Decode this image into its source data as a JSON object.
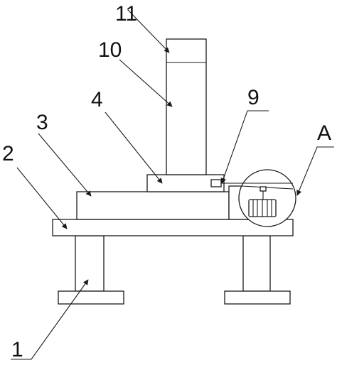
{
  "diagram": {
    "labels": {
      "part_1": "1",
      "part_2": "2",
      "part_3": "3",
      "part_4": "4",
      "part_9": "9",
      "part_10": "10",
      "part_11": "11",
      "detail_a": "A"
    }
  },
  "colors": {
    "line": "#1a1a1a",
    "background": "#ffffff"
  }
}
